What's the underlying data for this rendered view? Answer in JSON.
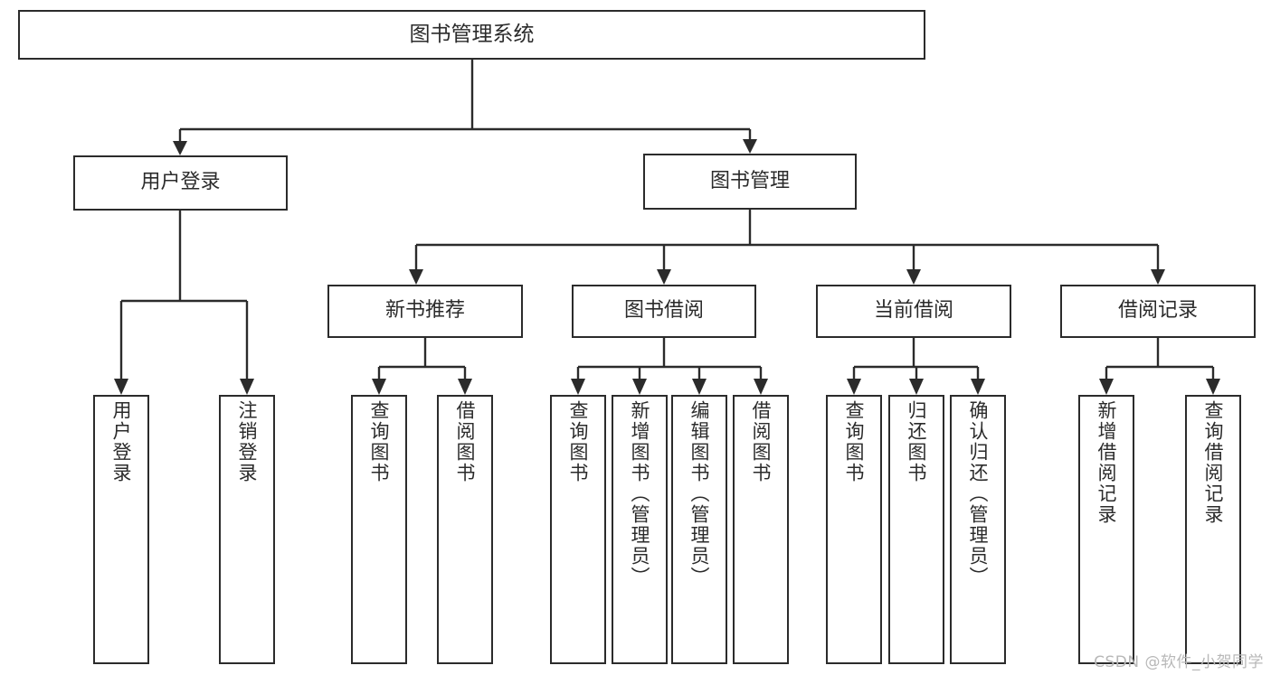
{
  "diagram": {
    "title": "图书管理系统",
    "root": {
      "label": "图书管理系统"
    },
    "level1": [
      {
        "label": "用户登录"
      },
      {
        "label": "图书管理"
      }
    ],
    "level2": [
      {
        "label": "新书推荐"
      },
      {
        "label": "图书借阅"
      },
      {
        "label": "当前借阅"
      },
      {
        "label": "借阅记录"
      }
    ],
    "leaves": {
      "user_login": [
        {
          "label": "用户登录"
        },
        {
          "label": "注销登录"
        }
      ],
      "new_book": [
        {
          "label": "查询图书"
        },
        {
          "label": "借阅图书"
        }
      ],
      "book_borrow": [
        {
          "label": "查询图书"
        },
        {
          "label": "新增图书（管理员）"
        },
        {
          "label": "编辑图书（管理员）"
        },
        {
          "label": "借阅图书"
        }
      ],
      "current_borrow": [
        {
          "label": "查询图书"
        },
        {
          "label": "归还图书"
        },
        {
          "label": "确认归还（管理员）"
        }
      ],
      "borrow_record": [
        {
          "label": "新增借阅记录"
        },
        {
          "label": "查询借阅记录"
        }
      ]
    }
  },
  "watermark": {
    "text": "CSDN @软件_小贺同学"
  },
  "colors": {
    "stroke": "#2b2b2b",
    "background": "#ffffff",
    "watermark": "#b8b8b8"
  }
}
